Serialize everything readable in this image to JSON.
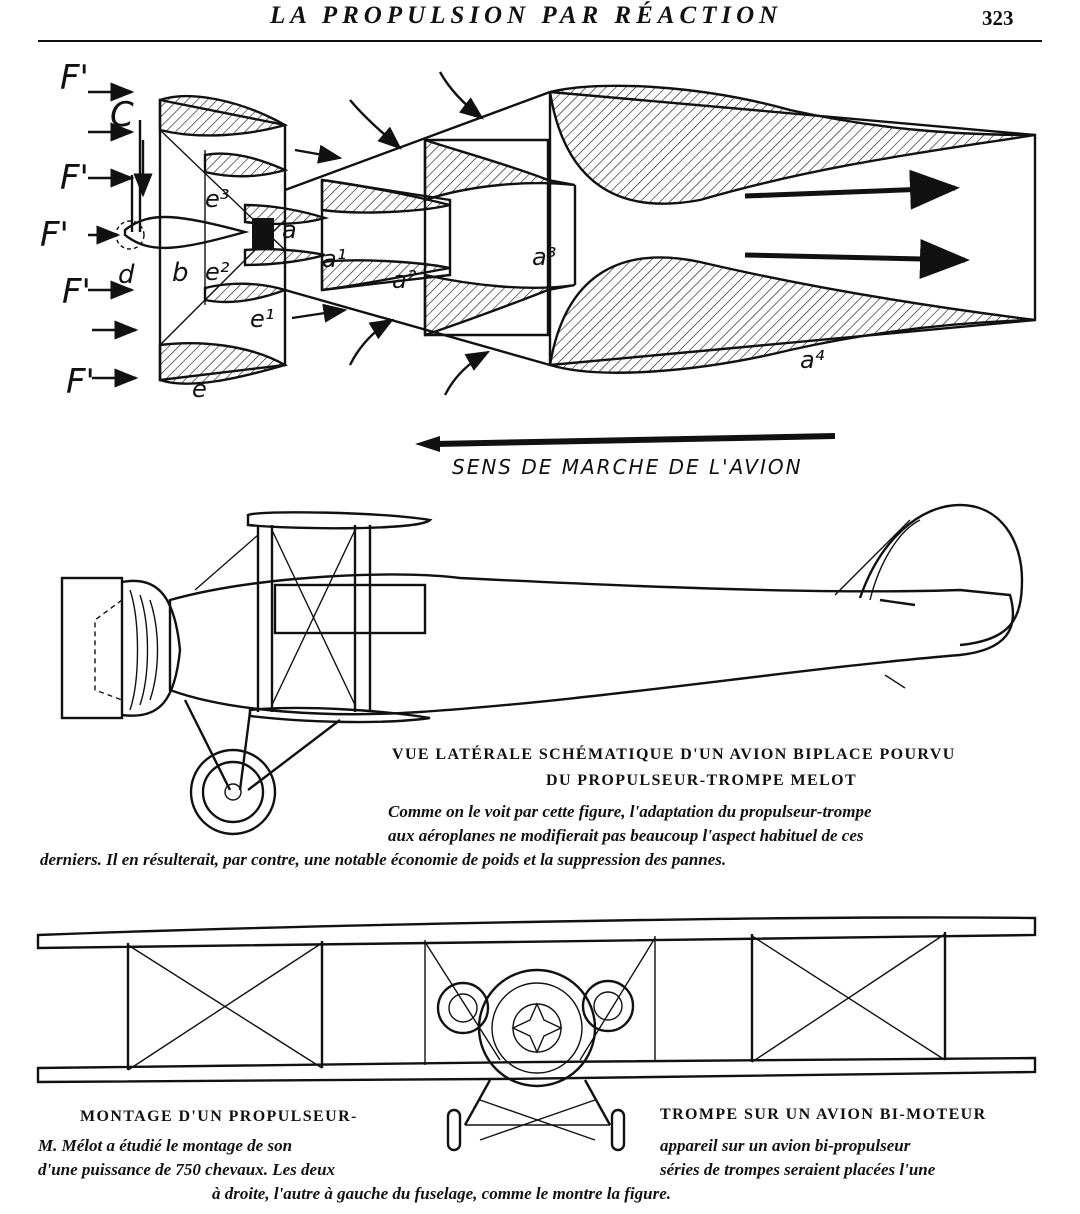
{
  "header": {
    "title": "LA PROPULSION PAR RÉACTION",
    "page_number": "323"
  },
  "diagram": {
    "labels": {
      "f1": "F'",
      "c": "C",
      "f2": "F'",
      "f3": "F'",
      "f4": "F'",
      "f5": "F'",
      "d": "d",
      "b": "b",
      "e": "e",
      "e1": "e¹",
      "e2": "e²",
      "e3": "e³",
      "a": "a",
      "a1": "a¹",
      "a2": "a²",
      "a3": "a³",
      "a4": "a⁴"
    },
    "direction_label": "SENS DE MARCHE DE L'AVION"
  },
  "side_view": {
    "caption_title_line1": "VUE LATÉRALE SCHÉMATIQUE D'UN AVION BIPLACE POURVU",
    "caption_title_line2": "DU PROPULSEUR-TROMPE MELOT",
    "caption_line1": "Comme on le voit par cette figure, l'adaptation du propulseur-trompe",
    "caption_line2": "aux aéroplanes ne modifierait pas beaucoup l'aspect habituel de ces",
    "caption_line3": "derniers. Il en résulterait, par contre, une notable économie de poids et la suppression des pannes."
  },
  "front_view": {
    "caption_title_left": "MONTAGE D'UN PROPULSEUR-",
    "caption_title_right": "TROMPE SUR UN AVION BI-MOTEUR",
    "left_line1": "M. Mélot a étudié le montage de son",
    "left_line2": "d'une puissance de 750 chevaux. Les deux",
    "right_line1": "appareil sur un avion bi-propulseur",
    "right_line2": "séries de trompes seraient placées l'une",
    "bottom_line": "à droite, l'autre à gauche du fuselage, comme le montre la figure."
  }
}
